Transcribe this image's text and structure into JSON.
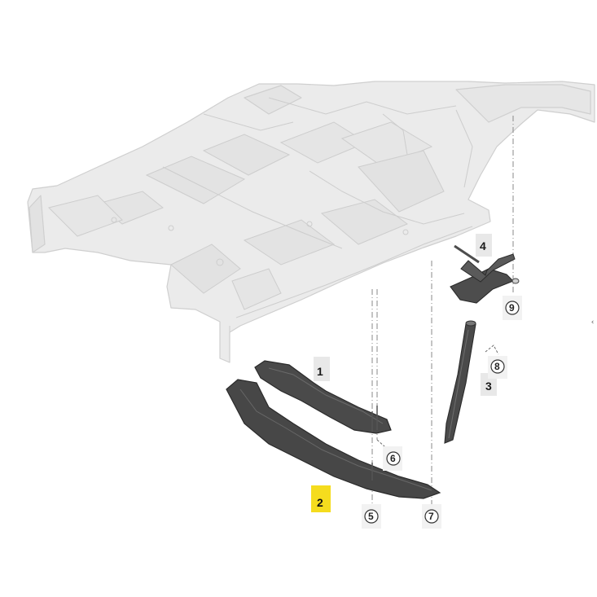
{
  "diagram": {
    "part_labels": [
      "1",
      "2",
      "3",
      "4"
    ],
    "highlighted_label": "2",
    "circle_refs": [
      "5",
      "6",
      "7",
      "8",
      "9"
    ],
    "colors": {
      "body_fill": "#e9e9e9",
      "body_stroke": "#c9c9c9",
      "part_fill": "#4a4a4a",
      "part_stroke": "#2b2b2b",
      "highlight": "#f5dc1e",
      "dash_line": "#8a8a8a"
    }
  },
  "ui": {
    "expand_icon": "chevron-left-icon",
    "expand_glyph": "‹"
  }
}
